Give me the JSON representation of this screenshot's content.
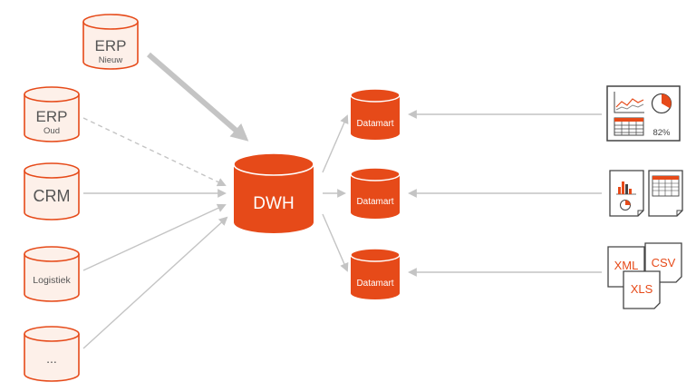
{
  "sources": [
    {
      "id": "erp-new",
      "label": "ERP",
      "sublabel": "Nieuw"
    },
    {
      "id": "erp-old",
      "label": "ERP",
      "sublabel": "Oud"
    },
    {
      "id": "crm",
      "label": "CRM",
      "sublabel": ""
    },
    {
      "id": "logistiek",
      "label": "Logistiek",
      "sublabel": ""
    },
    {
      "id": "more",
      "label": "...",
      "sublabel": ""
    }
  ],
  "warehouse": {
    "label": "DWH"
  },
  "datamarts": [
    {
      "label": "Datamart"
    },
    {
      "label": "Datamart"
    },
    {
      "label": "Datamart"
    }
  ],
  "outputs": {
    "dashboard": {
      "percent_label": "82%"
    },
    "reports": {},
    "exports": {
      "files": [
        "XML",
        "CSV",
        "XLS"
      ]
    }
  },
  "colors": {
    "accent": "#e64a19",
    "accent_light_fill": "#fdf0e9",
    "arrow_gray": "#c4c4c4",
    "icon_outline": "#444444"
  }
}
